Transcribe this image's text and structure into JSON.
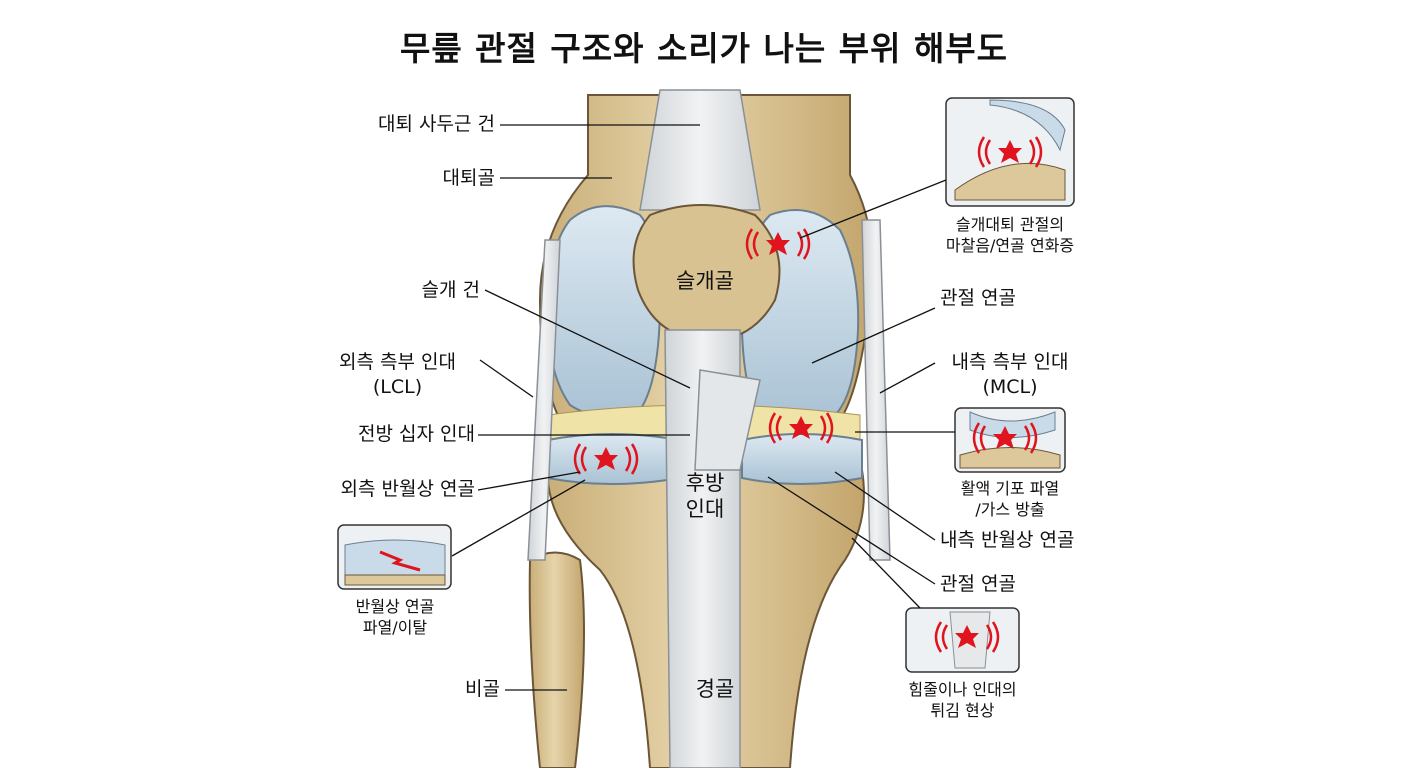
{
  "title": "무릎 관절 구조와 소리가 나는 부위 해부도",
  "left_labels": {
    "quad_tendon": "대퇴 사두근 건",
    "femur": "대퇴골",
    "patellar_tendon": "슬개 건",
    "lcl": "외측 측부 인대\n(LCL)",
    "acl": "전방 십자 인대",
    "lateral_meniscus": "외측 반월상 연골",
    "fibula": "비골"
  },
  "right_labels": {
    "articular_cartilage_upper": "관절 연골",
    "mcl": "내측 측부 인대\n(MCL)",
    "medial_meniscus": "내측 반월상 연골",
    "articular_cartilage_lower": "관절 연골"
  },
  "inner_labels": {
    "patella": "슬개골",
    "pcl": "후방\n인대",
    "tibia": "경골"
  },
  "insets": {
    "patellofemoral": "슬개대퇴 관절의\n마찰음/연골 연화증",
    "synovial_gas": "활액 기포 파열\n/가스 방출",
    "meniscus_tear": "반월상 연골\n파열/이탈",
    "tendon_snap": "힘줄이나 인대의\n튀김 현상"
  },
  "colors": {
    "bone": "#ddc89c",
    "bone_dark": "#b8975f",
    "cartilage": "#c9dbe8",
    "ligament": "#e6e8ea",
    "sound": "#e0141e",
    "outline": "#5a4a35"
  }
}
